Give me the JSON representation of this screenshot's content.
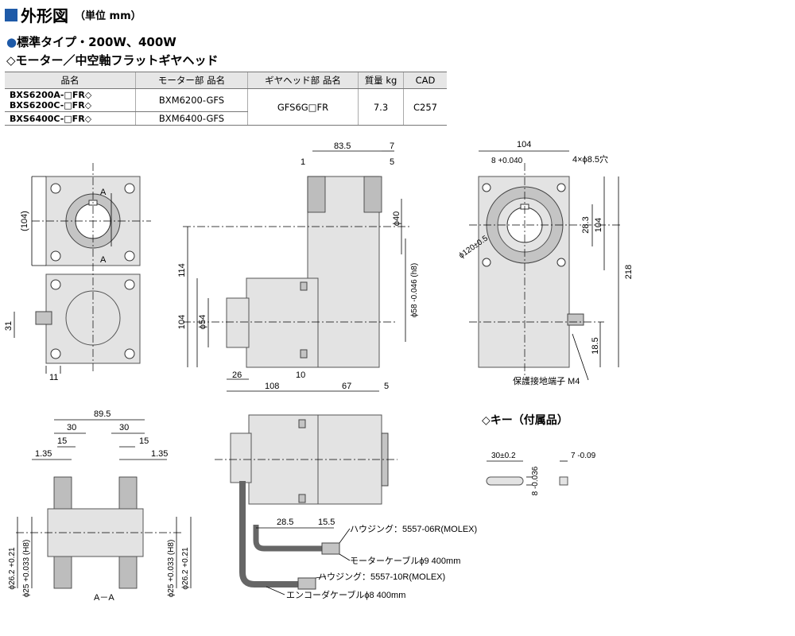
{
  "title": {
    "main": "外形図",
    "sub": "（単位 mm）"
  },
  "section": {
    "bullet": "●",
    "heading": "標準タイプ・200W、400W",
    "sub_bullet": "◇",
    "subheading": "モーター／中空軸フラットギヤヘッド"
  },
  "table": {
    "headers": [
      "品名",
      "モーター部 品名",
      "ギヤヘッド部 品名",
      "質量 kg",
      "CAD"
    ],
    "rows": [
      {
        "models": [
          "BXS6200A-□FR◇",
          "BXS6200C-□FR◇"
        ],
        "motor": "BXM6200-GFS"
      },
      {
        "models": [
          "BXS6400C-□FR◇"
        ],
        "motor": "BXM6400-GFS"
      }
    ],
    "gearhead": "GFS6G□FR",
    "mass": "7.3",
    "cad": "C257"
  },
  "dims": {
    "front": {
      "d104": "(104)",
      "d31": "31",
      "d11": "11",
      "sectA": "A",
      "sectA2": "A"
    },
    "side": {
      "d83_5": "83.5",
      "d7": "7",
      "d1": "1",
      "d5": "5",
      "d114": "114",
      "d104": "104",
      "phi54": "ϕ54",
      "phi40": "ϕ40",
      "phi58": "ϕ58 -0.046 (h8)",
      "d26": "26",
      "d10": "10",
      "d108": "108",
      "d67": "67",
      "d5b": "5"
    },
    "right": {
      "d104": "104",
      "tol8": "8 +0.040",
      "holes": "4×ϕ8.5穴",
      "phi120": "ϕ120±0.5",
      "d28_3": "28.3",
      "d104v": "104",
      "d218": "218",
      "d18_5": "18.5",
      "ground": "保護接地端子 M4"
    },
    "section_aa": {
      "d89_5": "89.5",
      "d30a": "30",
      "d30b": "30",
      "d15a": "15",
      "d15b": "15",
      "d1_35a": "1.35",
      "d1_35b": "1.35",
      "phi26_l": "ϕ26.2 +0.21",
      "phi25_l": "ϕ25 +0.033 (H8)",
      "phi25_r": "ϕ25 +0.033 (H8)",
      "phi26_r": "ϕ26.2 +0.21",
      "label": "A－A"
    },
    "bottom": {
      "d28_5": "28.5",
      "d15_5": "15.5",
      "housing1": "ハウジング：5557-06R(MOLEX)",
      "cable1": "モーターケーブルϕ9  400mm",
      "housing2": "ハウジング：5557-10R(MOLEX)",
      "cable2": "エンコーダケーブルϕ8  400mm"
    },
    "key": {
      "title": "◇キー（付属品）",
      "d30": "30±0.2",
      "d8": "8 -0.036",
      "d7": "7 -0.09"
    }
  }
}
